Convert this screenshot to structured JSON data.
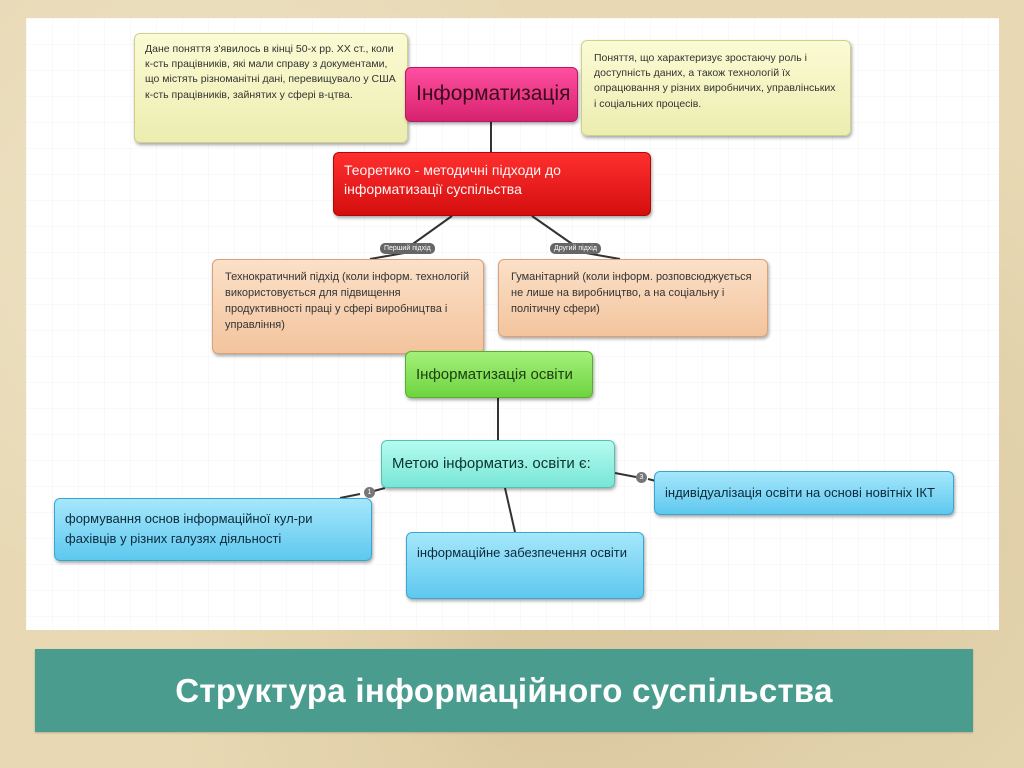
{
  "nodes": {
    "note_left": "Дане поняття з'явилось в кінці 50-х рр. XX ст., коли к-сть працівників, які мали справу з документами, що містять різноманітні дані, перевищувало у США к-сть працівників, зайнятих у сфері в-цтва.",
    "note_right": "Поняття, що характеризує зростаючу роль і доступність даних, а також технологій їх опрацювання у різних виробничих, управлінських і соціальних процесів.",
    "informatization": "Інформатизація",
    "approaches": "Теоретико - методичні підходи до інформатизації суспільства",
    "technocratic": "Технократичний підхід (коли інформ. технологій використовується для підвищення продуктивності праці у сфері виробництва і управління)",
    "humanitarian": "Гуманітарний (коли інформ. розповсюджується не лише на виробництво, а на соціальну і політичну сфери)",
    "education": "Інформатизація освіти",
    "goal": "Метою інформатиз. освіти є:",
    "goal_1": "формування основ інформаційної кул-ри фахівців у різних галузях діяльності",
    "goal_2": "інформаційне забезпечення освіти",
    "goal_3": "індивідуалізація освіти на основі новітніх ІКТ"
  },
  "edge_labels": {
    "first": "Перший підхід",
    "second": "Другий підхід",
    "n1": "1",
    "n3": "3"
  },
  "banner": {
    "title": "Структура інформаційного суспільства"
  },
  "colors": {
    "banner": "#4a9d8e",
    "informatization": "#e8328a",
    "approaches": "#e81a1a",
    "education": "#86e05a",
    "goal": "#94f0e3",
    "goal_items": "#7fd5f3"
  }
}
